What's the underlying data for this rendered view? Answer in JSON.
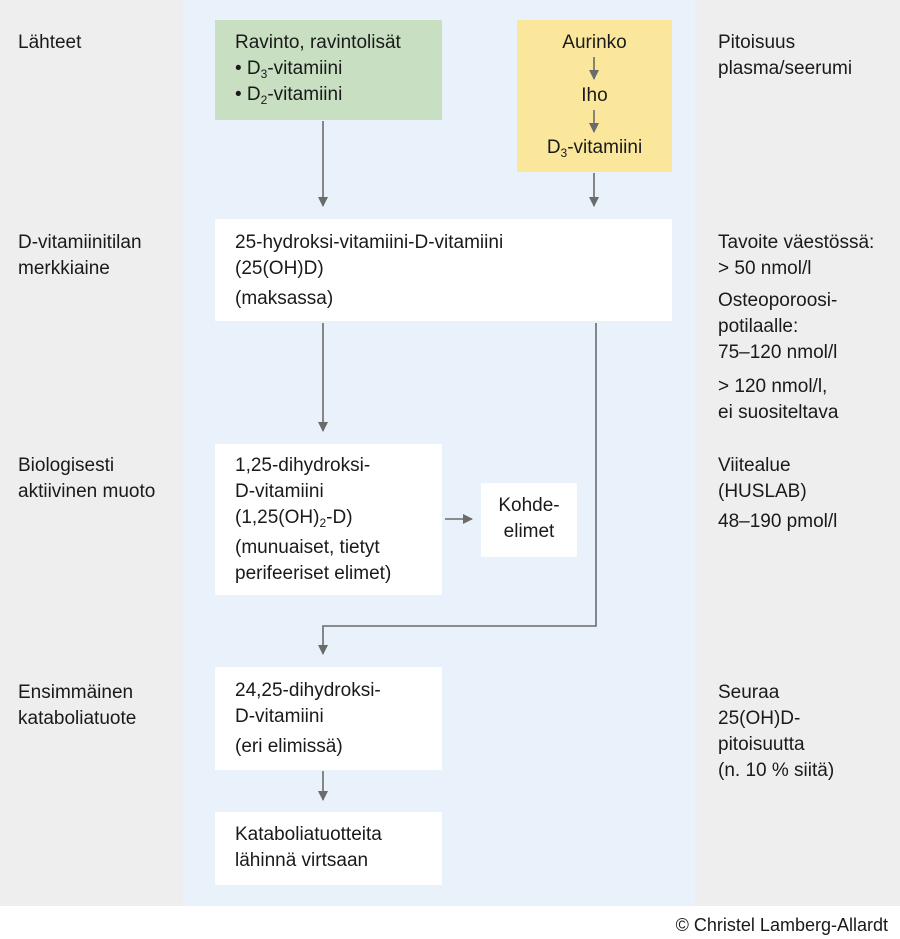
{
  "left_labels": {
    "sources": "Lähteet",
    "status_marker": [
      "D-vitamiinitilan",
      "merkkiaine"
    ],
    "active_form": [
      "Biologisesti",
      "aktiivinen muoto"
    ],
    "first_catabolite": [
      "Ensimmäinen",
      "kataboliatuote"
    ]
  },
  "right_labels": {
    "concentration": [
      "Pitoisuus",
      "plasma/seerumi"
    ],
    "target_population": [
      "Tavoite väestössä:",
      "> 50 nmol/l"
    ],
    "osteoporosis": [
      "Osteoporoosi-",
      "potilaalle:",
      "75–120 nmol/l"
    ],
    "not_recommended": [
      "> 120 nmol/l,",
      "ei suositeltava"
    ],
    "reference_range": [
      "Viitealue",
      "(HUSLAB)",
      "48–190 pmol/l"
    ],
    "follows": [
      "Seuraa",
      "25(OH)D-",
      "pitoisuutta",
      "(n. 10 % siitä)"
    ]
  },
  "boxes": {
    "diet": {
      "title": "Ravinto, ravintolisät",
      "item1_prefix": "• D",
      "item1_sub": "3",
      "item1_suffix": "-vitamiini",
      "item2_prefix": "• D",
      "item2_sub": "2",
      "item2_suffix": "-vitamiini"
    },
    "sun": {
      "line1": "Aurinko",
      "line2": "Iho",
      "line3_prefix": "D",
      "line3_sub": "3",
      "line3_suffix": "-vitamiini"
    },
    "calcidiol": {
      "line1": "25-hydroksi-vitamiini-D-vitamiini",
      "line2": "(25(OH)D)",
      "line3": "(maksassa)"
    },
    "calcitriol": {
      "line1": "1,25-dihydroksi-",
      "line2": "D-vitamiini",
      "line3_prefix": "(1,25(OH)",
      "line3_sub": "2",
      "line3_suffix": "-D)",
      "line4": "(munuaiset, tietyt",
      "line5": "perifeeriset elimet)"
    },
    "target_organs": [
      "Kohde-",
      "elimet"
    ],
    "dihydroxy_24_25": {
      "line1": "24,25-dihydroksi-",
      "line2": "D-vitamiini",
      "line3": "(eri elimissä)"
    },
    "catabolites": [
      "Kataboliatuotteita",
      "lähinnä virtsaan"
    ]
  },
  "copyright": "© Christel Lamberg-Allardt",
  "colors": {
    "panel_gray": "#eeeeee",
    "center_blue": "#e9f2fb",
    "green_box": "#c8dfc2",
    "yellow_box": "#fbe79c",
    "arrow_gray": "#6b6b6b"
  }
}
